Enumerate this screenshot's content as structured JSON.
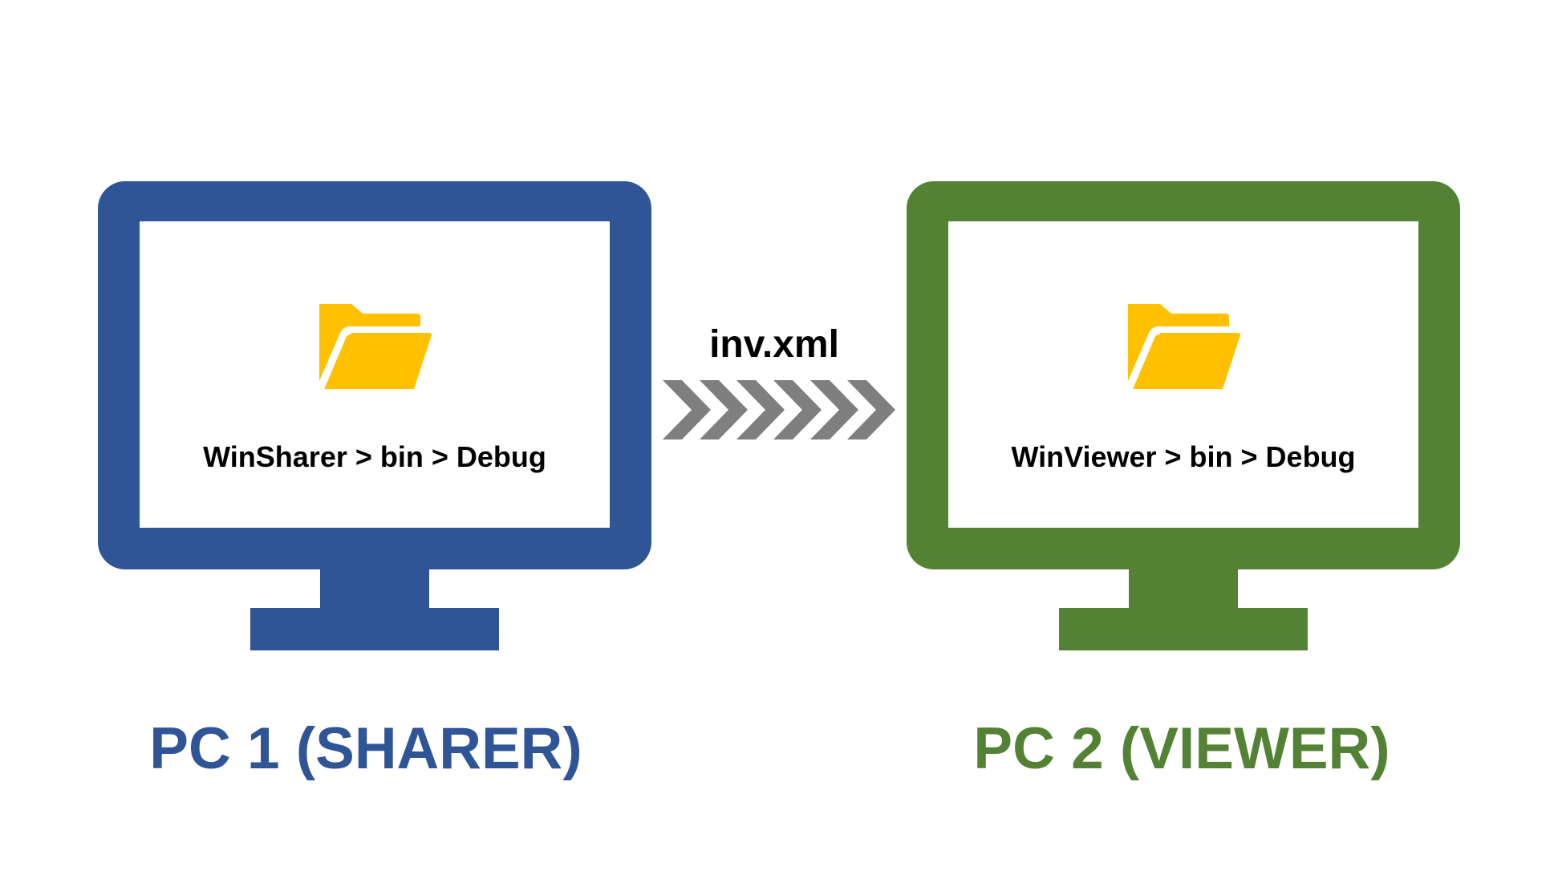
{
  "transfer": {
    "file_name": "inv.xml",
    "arrow_color": "#7f7f7f"
  },
  "pc1": {
    "title": "PC 1 (SHARER)",
    "folder_path": "WinSharer > bin > Debug",
    "color": "#2f5597",
    "monitor_icon": "monitor-icon",
    "folder_icon": "folder-open-icon"
  },
  "pc2": {
    "title": "PC 2 (VIEWER)",
    "folder_path": "WinViewer > bin > Debug",
    "color": "#548235",
    "monitor_icon": "monitor-icon",
    "folder_icon": "folder-open-icon"
  },
  "folder_color": "#ffc000"
}
